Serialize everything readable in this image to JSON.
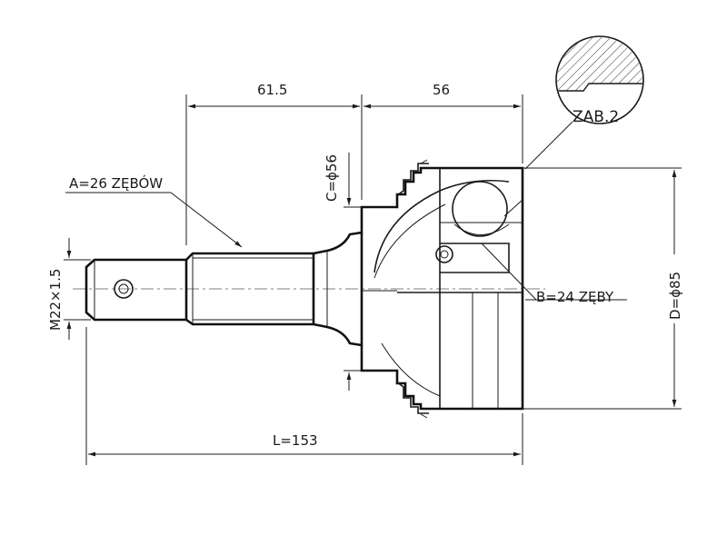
{
  "labels": {
    "dim_61_5": "61.5",
    "dim_56": "56",
    "splines_a": "A=26 ZĘBÓW",
    "diameter_c": "C=ϕ56",
    "thread_m": "M22×1.5",
    "splines_b": "B=24 ZĘBY",
    "diameter_d": "D=ϕ85",
    "length_l": "L=153",
    "detail_tag": "ZAB.2"
  }
}
